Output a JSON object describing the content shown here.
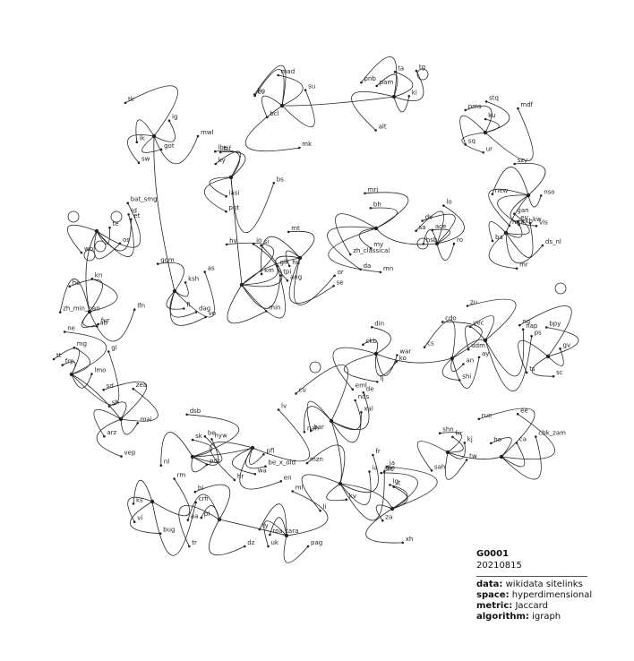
{
  "caption": {
    "id": "G0001",
    "date": "20210815",
    "rows": [
      {
        "key": "data:",
        "value": "wikidata sitelinks"
      },
      {
        "key": "space:",
        "value": "hyperdimensional"
      },
      {
        "key": "metric:",
        "value": "Jaccard"
      },
      {
        "key": "algorithm:",
        "value": "igraph"
      }
    ]
  },
  "graph": {
    "line_color": "#222222",
    "labels": [
      "mwl",
      "iasi",
      "mad",
      "alt",
      "stq",
      "szy",
      "gan",
      "zh_classical",
      "ace",
      "mt",
      "glk",
      "dag",
      "id",
      "he",
      "gl",
      "arz",
      "be",
      "be_x_old",
      "bar",
      "ia",
      "ja",
      "ko",
      "cs",
      "udm",
      "gv",
      "sah",
      "rue",
      "pl",
      "uk",
      "vi",
      "sw",
      "ky",
      "su",
      "tg",
      "pms",
      "new",
      "kw",
      "bh",
      "sa",
      "ang",
      "io",
      "vo",
      "os",
      "fur",
      "lmo",
      "sh",
      "nl",
      "en",
      "de",
      "fr",
      "it",
      "war",
      "an",
      "vec",
      "bpy",
      "shn",
      "ca",
      "tr",
      "pag",
      "crh",
      "tk",
      "bs",
      "mk",
      "pnb",
      "ur",
      "vls",
      "ds_nl",
      "mrj",
      "hsb",
      "se",
      "min",
      "ksh",
      "bat_smg",
      "lfn",
      "mg",
      "vep",
      "hyw",
      "wa",
      "nds",
      "li",
      "lg",
      "din",
      "shi",
      "ps",
      "ng",
      "kj",
      "ho",
      "aa",
      "ml",
      "ks",
      "ik",
      "lbe",
      "bn",
      "ta",
      "ku",
      "ckb",
      "mr",
      "my",
      "dv",
      "or",
      "si",
      "as",
      "te",
      "kn",
      "ne",
      "mai",
      "pdc",
      "pfl",
      "cu",
      "kv",
      "xh",
      "fj",
      "ay",
      "zu",
      "ts",
      "tw",
      "ee",
      "dz",
      "roa_tara",
      "bug",
      "got",
      "pnt",
      "cv",
      "ki",
      "sq",
      "nso",
      "ba",
      "mn",
      "lo",
      "km",
      "tpi",
      "gom",
      "wo",
      "zh_min_nan",
      "tt",
      "sd",
      "dsb",
      "lv",
      "nah",
      "bo",
      "za",
      "eml",
      "cdo",
      "nap",
      "sc",
      "frr",
      "cbk_zam",
      "bi",
      "ty",
      "rm",
      "ig",
      "hif",
      "bcl",
      "pam",
      "mdf",
      "mhr",
      "eu",
      "da",
      "ro",
      "hu",
      "hy",
      "fi",
      "et",
      "ab",
      "frp",
      "zea",
      "sk",
      "hr",
      "xal",
      "mzn",
      "arc",
      "ckb"
    ]
  }
}
